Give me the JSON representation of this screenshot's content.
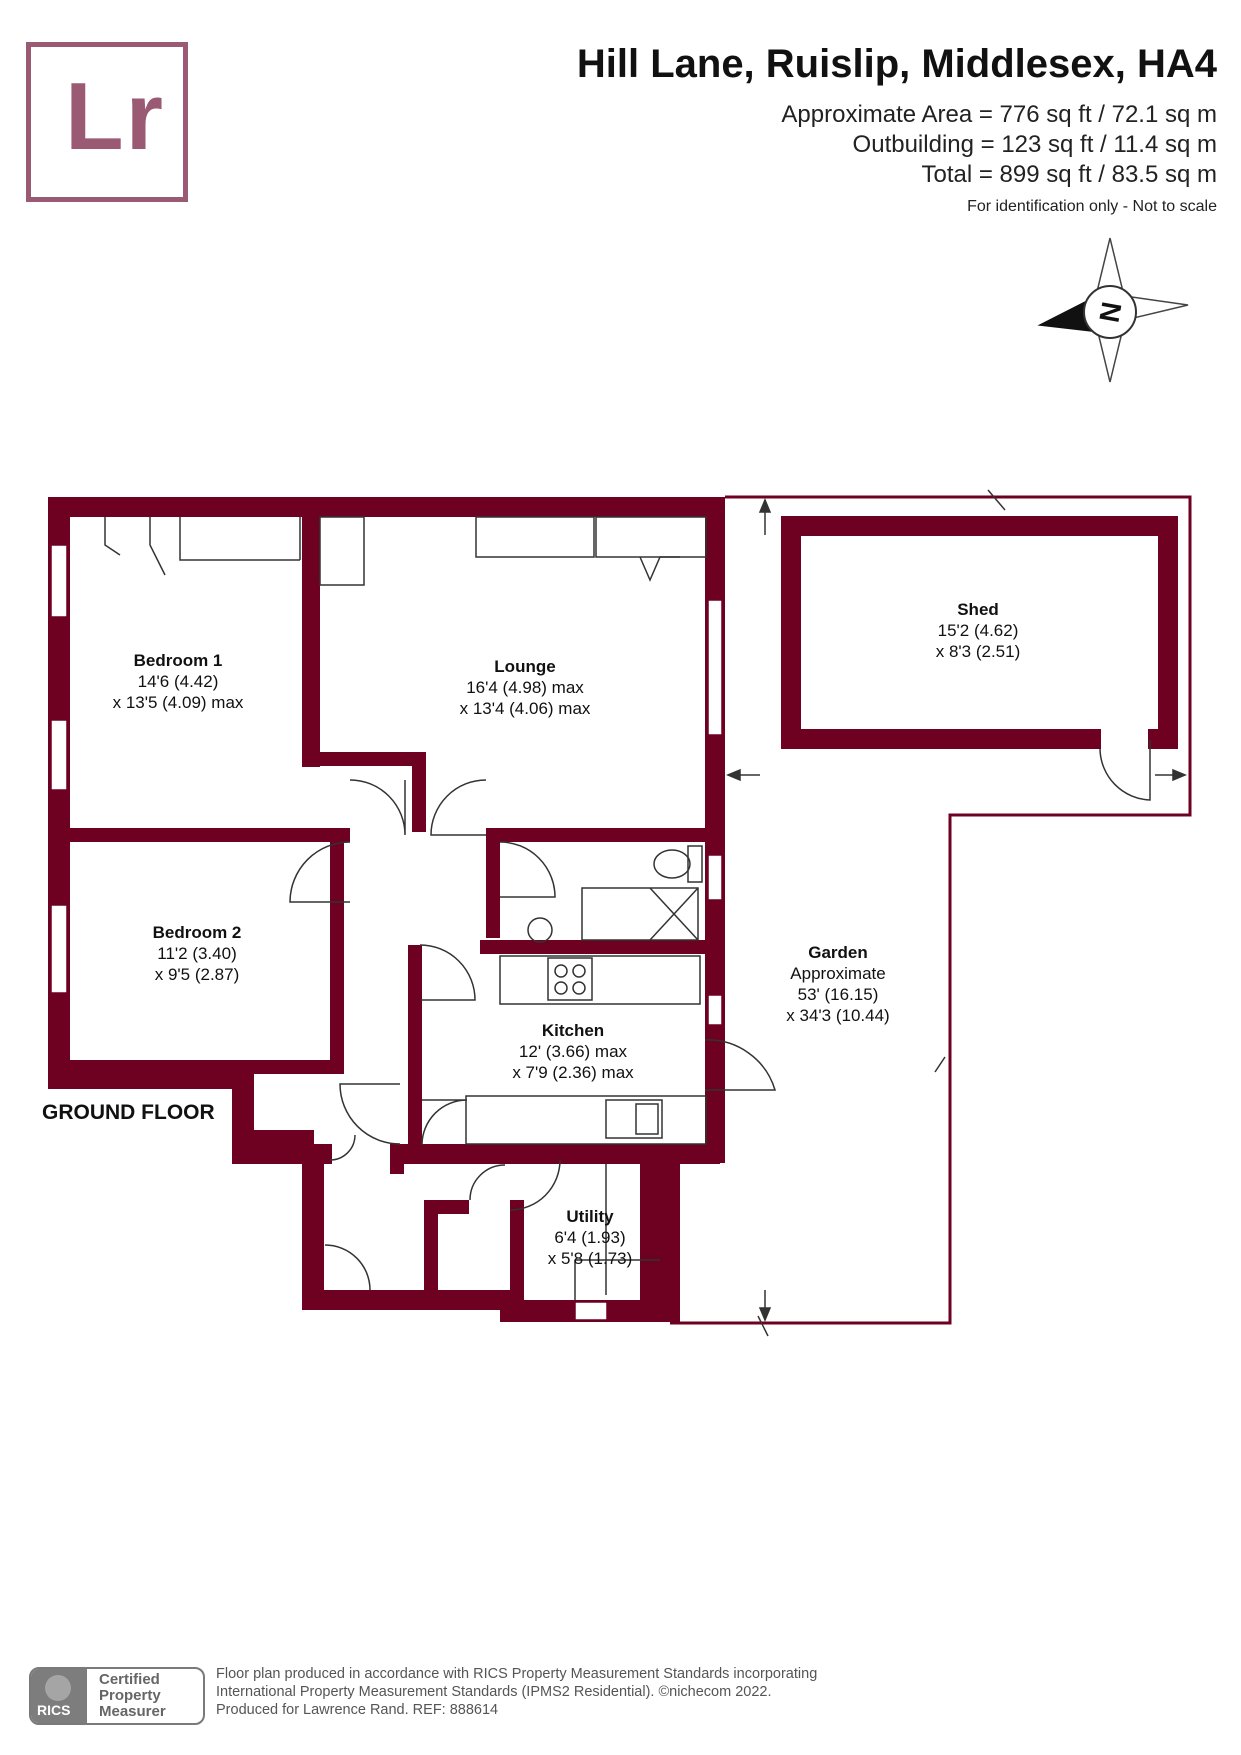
{
  "header": {
    "logo_text": "Lr",
    "title": "Hill Lane, Ruislip, Middlesex, HA4",
    "approx_area": "Approximate Area = 776 sq ft / 72.1 sq m",
    "outbuilding": "Outbuilding = 123 sq ft / 11.4 sq m",
    "total": "Total = 899 sq ft / 83.5 sq m",
    "disclaimer": "For identification only - Not to scale"
  },
  "compass": {
    "label": "N",
    "icon": "compass-rose-icon"
  },
  "floor_label": "GROUND FLOOR",
  "rooms": {
    "bedroom1": {
      "name": "Bedroom 1",
      "dim1": "14'6 (4.42)",
      "dim2": "x 13'5 (4.09) max"
    },
    "lounge": {
      "name": "Lounge",
      "dim1": "16'4 (4.98) max",
      "dim2": "x 13'4 (4.06) max"
    },
    "shed": {
      "name": "Shed",
      "dim1": "15'2 (4.62)",
      "dim2": "x 8'3 (2.51)"
    },
    "bedroom2": {
      "name": "Bedroom 2",
      "dim1": "11'2 (3.40)",
      "dim2": "x 9'5 (2.87)"
    },
    "garden": {
      "name": "Garden",
      "dim0": "Approximate",
      "dim1": "53' (16.15)",
      "dim2": "x 34'3 (10.44)"
    },
    "kitchen": {
      "name": "Kitchen",
      "dim1": "12' (3.66) max",
      "dim2": "x 7'9 (2.36) max"
    },
    "utility": {
      "name": "Utility",
      "dim1": "6'4 (1.93)",
      "dim2": "x 5'8 (1.73)"
    }
  },
  "footer": {
    "rics_word": "RICS",
    "certified": "Certified Property Measurer",
    "line1": "Floor plan produced in accordance with RICS Property Measurement Standards incorporating",
    "line2": "International Property Measurement Standards (IPMS2 Residential).  ©nichecom 2022.",
    "line3": "Produced for Lawrence Rand.   REF:  888614"
  },
  "colors": {
    "wall": "#6e0022",
    "logo": "#9b5a73"
  }
}
